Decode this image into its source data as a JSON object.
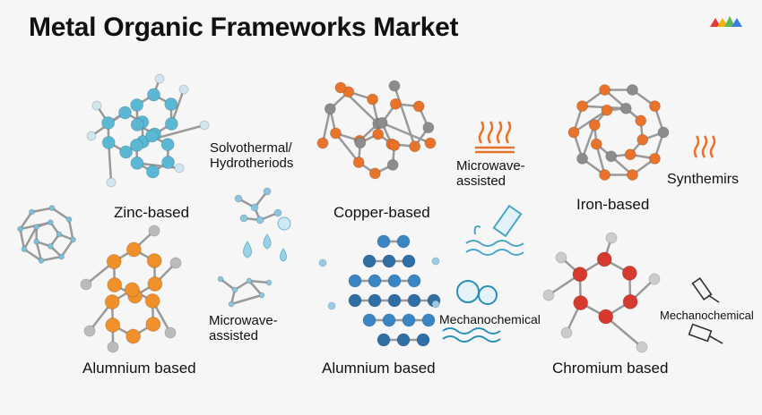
{
  "title": "Metal Organic Frameworks Market",
  "categories": {
    "zinc": "Zinc-based",
    "copper": "Copper-based",
    "iron": "Iron-based",
    "aluminium_left": "Alumnium based",
    "aluminium_mid": "Alumnium based",
    "chromium": "Chromium based"
  },
  "methods": {
    "solvothermal_line1": "Solvothermal/",
    "solvothermal_line2": "Hydrotheriods",
    "microwave_top_line1": "Microwave-",
    "microwave_top_line2": "assisted",
    "synthesis": "Synthemirs",
    "microwave_left_line1": "Microwave-",
    "microwave_left_line2": "assisted",
    "mechanochemical_mid": "Mechanochemical",
    "mechanochemical_right": "Mechanochemical"
  },
  "icons": [
    "logo-icon",
    "zinc-molecule-icon",
    "copper-molecule-icon",
    "iron-molecule-icon",
    "cage-icon",
    "aluminium-molecule-icon",
    "aluminium-lattice-icon",
    "chromium-ring-icon",
    "heat-waves-icon",
    "droplets-icon",
    "network-icon",
    "pen-wave-icon",
    "mortar-icon",
    "tools-icon"
  ],
  "colors": {
    "zinc": "#5bb8d4",
    "copper": "#e8732a",
    "iron": "#e8732a",
    "aluminium": "#f0902a",
    "lattice": "#2f6fa6",
    "chromium": "#d63a2e",
    "grey": "#8c8c8c"
  }
}
